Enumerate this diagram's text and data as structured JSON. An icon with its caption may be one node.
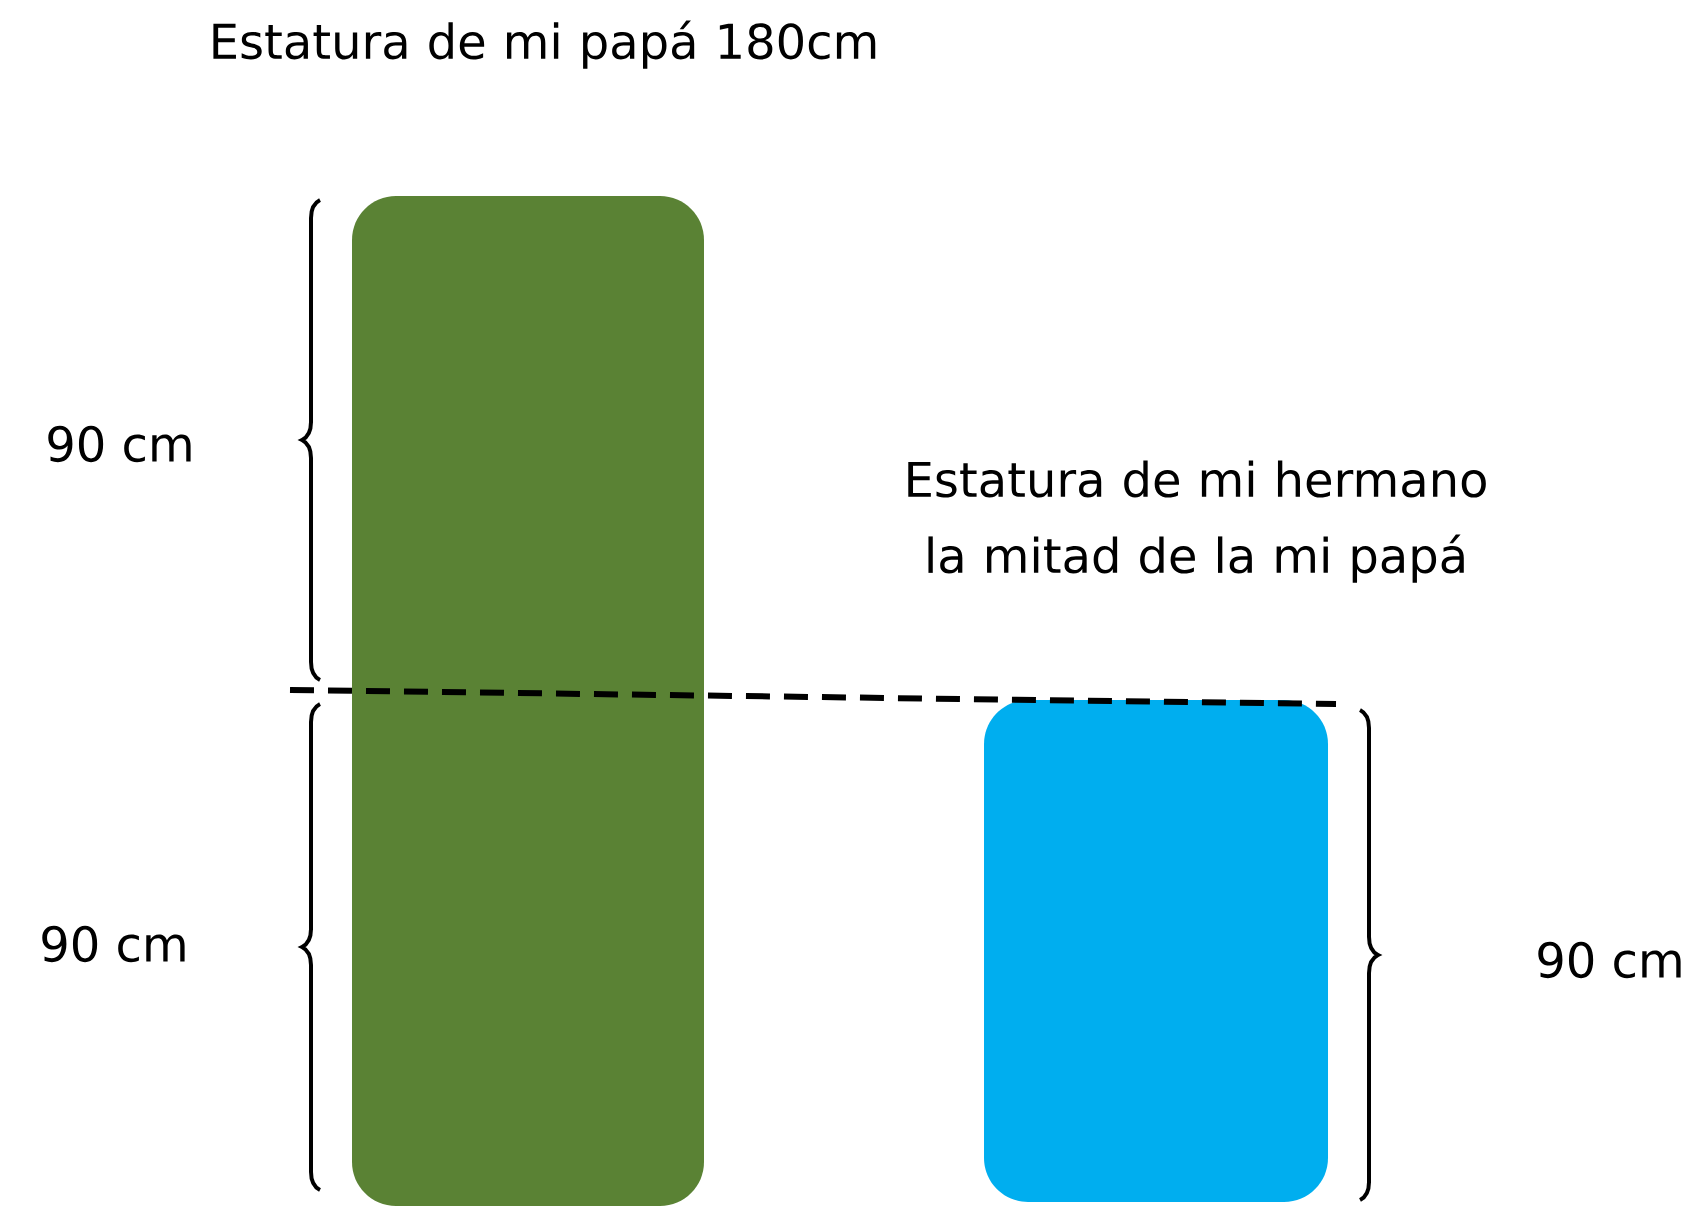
{
  "diagram": {
    "nodes": [
      {
        "text": [
          "Estatura de mi papá 180cm"
        ]
      },
      {
        "text": [
          "Estatura de mi hermano la mitad de la mi papá"
        ]
      }
    ],
    "labels": [
      "90 cm",
      "90 cm",
      "90 cm"
    ]
  }
}
